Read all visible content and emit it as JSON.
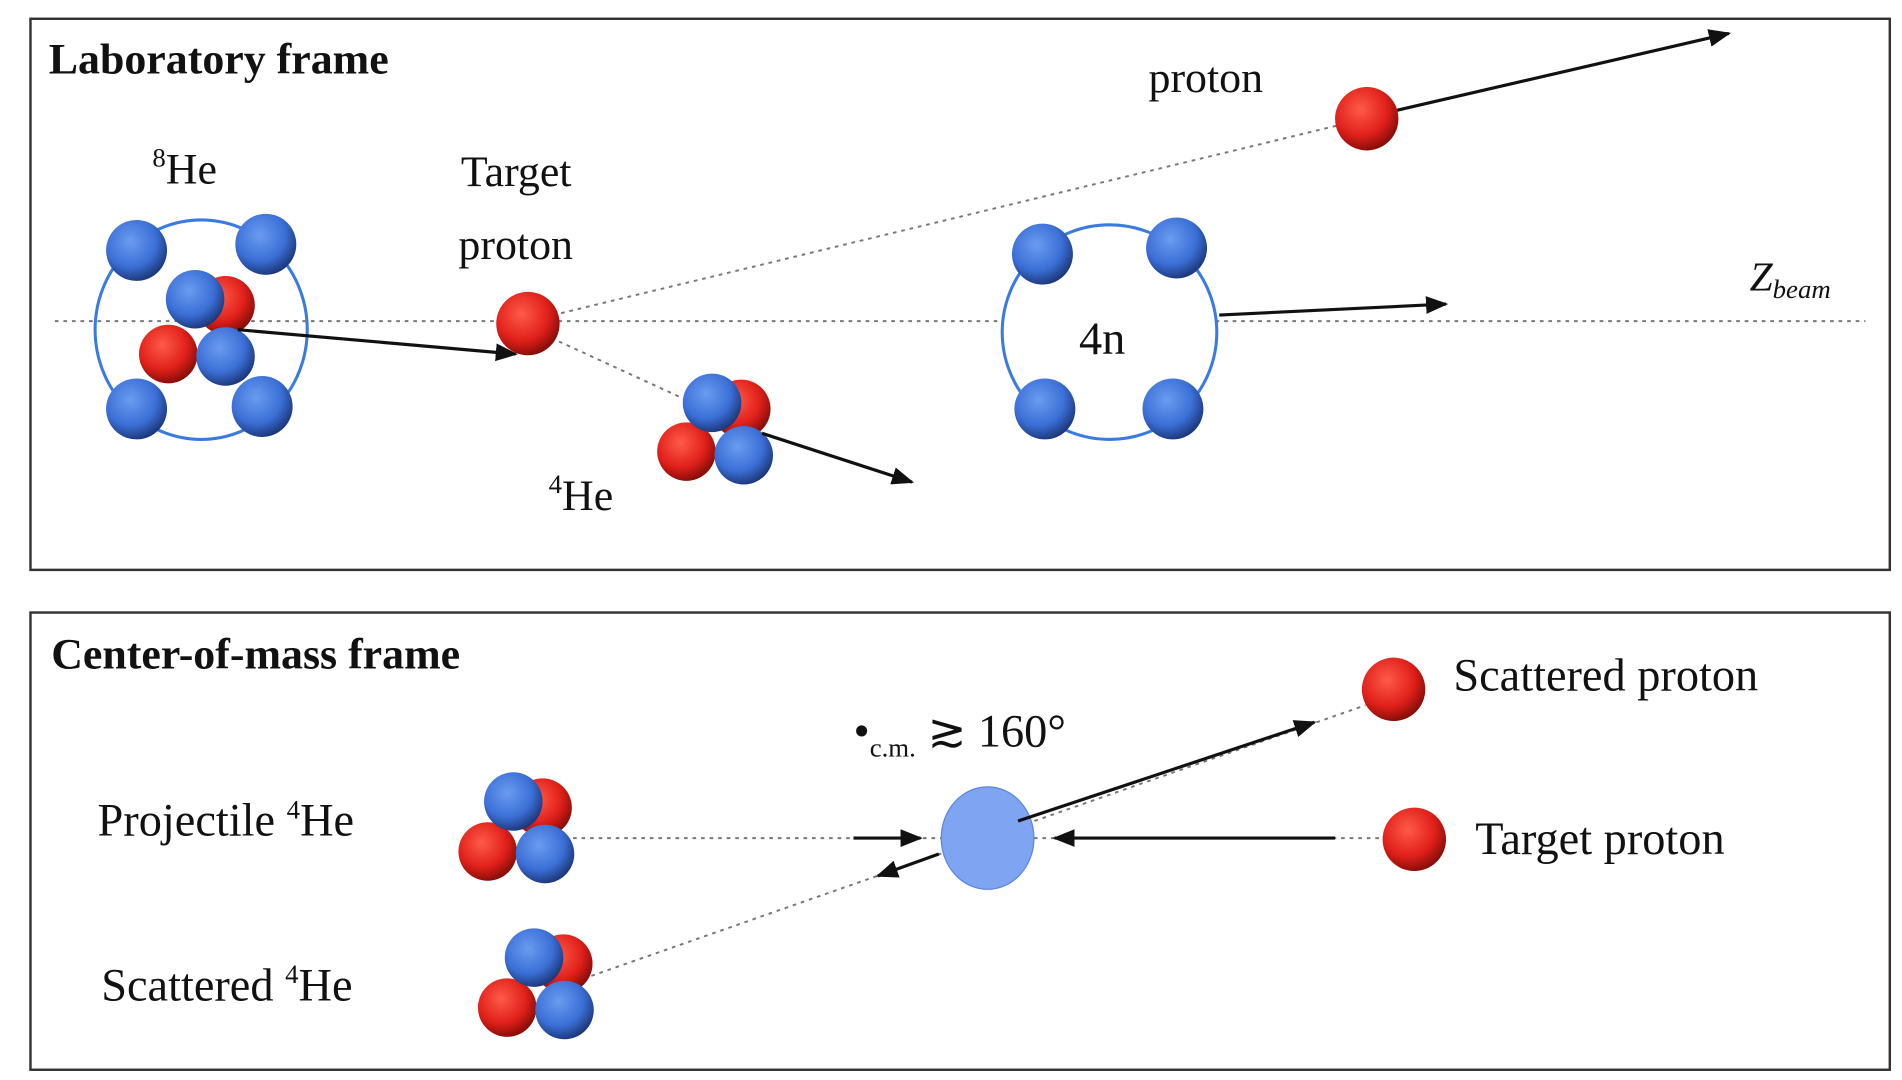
{
  "colors": {
    "proton": "#e0201a",
    "neutron": "#3b6fd6",
    "shell": "#3b7be0",
    "cm_disk": "#7ea4f2"
  },
  "lab": {
    "title": "Laboratory frame",
    "he8_label": "He",
    "he8_mass": "8",
    "target_label_1": "Target",
    "target_label_2": "proton",
    "proton_label": "proton",
    "he4_label": "He",
    "he4_mass": "4",
    "fourn_label": "4n",
    "axis_label": "Z",
    "axis_sub": "beam"
  },
  "cm": {
    "title": "Center-of-mass frame",
    "projectile_label": "Projectile ",
    "projectile_mass": "4",
    "projectile_el": "He",
    "scattered_he_label": "Scattered ",
    "scattered_he_mass": "4",
    "scattered_he_el": "He",
    "angle_symbol": "•",
    "angle_sub": "c.m.",
    "angle_value": " ≳ 160°",
    "scattered_proton_label": "Scattered proton",
    "target_proton_label": "Target proton"
  }
}
